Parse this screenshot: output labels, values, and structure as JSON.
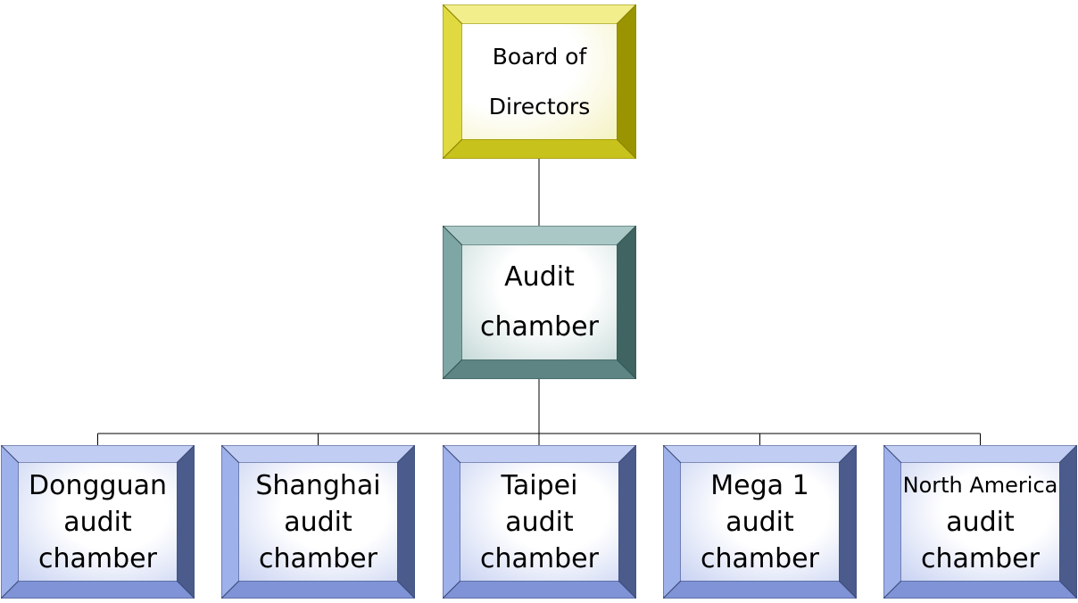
{
  "diagram": {
    "root": {
      "lines": [
        "Board of",
        "Directors"
      ]
    },
    "middle": {
      "lines": [
        "Audit",
        "chamber"
      ]
    },
    "children": [
      {
        "lines": [
          "Dongguan",
          "audit",
          "chamber"
        ]
      },
      {
        "lines": [
          "Shanghai",
          "audit",
          "chamber"
        ]
      },
      {
        "lines": [
          "Taipei",
          "audit",
          "chamber"
        ]
      },
      {
        "lines": [
          "Mega 1",
          "audit",
          "chamber"
        ]
      },
      {
        "lines": [
          "North America",
          "audit",
          "chamber"
        ]
      }
    ]
  },
  "colors": {
    "root_bevel": [
      "#f2ee8c",
      "#e0da40",
      "#9a9400",
      "#c8c21c"
    ],
    "middle_bevel": [
      "#a9c8c6",
      "#7ea6a4",
      "#3f6462",
      "#5e8583"
    ],
    "leaf_bevel": [
      "#c2cdf3",
      "#9fb1ea",
      "#4a5b8c",
      "#7f93d6"
    ],
    "connector": "#000000"
  }
}
